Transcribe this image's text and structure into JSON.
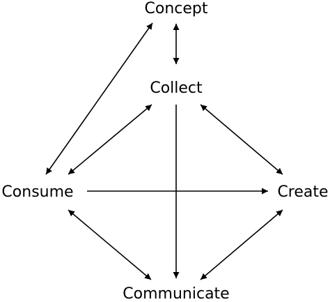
{
  "diagram": {
    "nodes": {
      "concept": "Concept",
      "collect": "Collect",
      "consume": "Consume",
      "create": "Create",
      "communicate": "Communicate"
    },
    "edges": [
      {
        "from": "concept",
        "to": "collect",
        "direction": "both"
      },
      {
        "from": "concept",
        "to": "consume",
        "direction": "both"
      },
      {
        "from": "collect",
        "to": "consume",
        "direction": "both"
      },
      {
        "from": "collect",
        "to": "create",
        "direction": "both"
      },
      {
        "from": "collect",
        "to": "communicate",
        "direction": "forward"
      },
      {
        "from": "consume",
        "to": "create",
        "direction": "forward"
      },
      {
        "from": "consume",
        "to": "communicate",
        "direction": "both"
      },
      {
        "from": "create",
        "to": "communicate",
        "direction": "both"
      }
    ],
    "colors": {
      "line": "#000000",
      "text": "#000000",
      "background": "#ffffff"
    }
  }
}
